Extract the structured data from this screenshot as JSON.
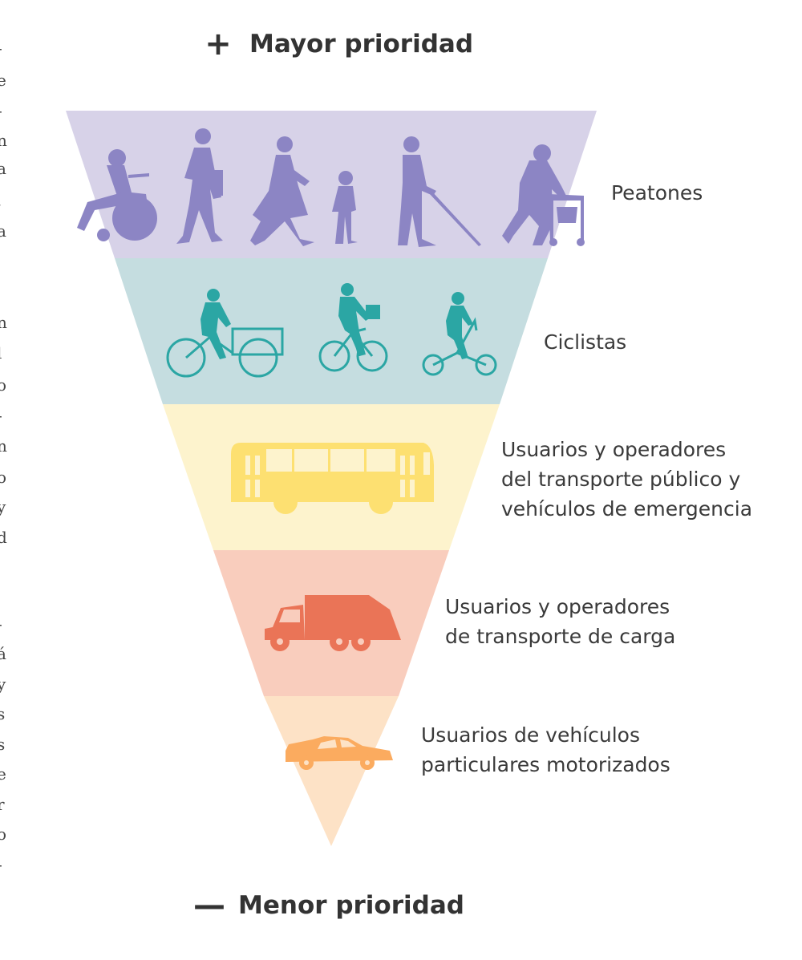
{
  "top_label": {
    "symbol": "+",
    "text": "Mayor prioridad"
  },
  "bottom_label": {
    "symbol": "—",
    "text": "Menor prioridad"
  },
  "levels": [
    {
      "lines": [
        "Peatones"
      ],
      "color": "#d7d2e8",
      "icon_color": "#8c85c4",
      "icons": [
        "wheelchair-user-icon",
        "walking-man-icon",
        "walking-woman-icon",
        "child-icon",
        "blind-person-cane-icon",
        "elderly-walker-icon"
      ]
    },
    {
      "lines": [
        "Ciclistas"
      ],
      "color": "#c5dde0",
      "icon_color": "#2ba6a4",
      "icons": [
        "cargo-tricycle-icon",
        "bicycle-icon",
        "folding-bike-icon"
      ]
    },
    {
      "lines": [
        "Usuarios y operadores",
        "del transporte público y",
        "vehículos de emergencia"
      ],
      "color": "#fdf3cd",
      "icon_color": "#fde071",
      "icons": [
        "bus-icon"
      ]
    },
    {
      "lines": [
        "Usuarios y operadores",
        "de transporte de carga"
      ],
      "color": "#f9cdbd",
      "icon_color": "#ea7457",
      "icons": [
        "garbage-truck-icon"
      ]
    },
    {
      "lines": [
        "Usuarios de vehículos",
        "particulares motorizados"
      ],
      "color": "#fde2c6",
      "icon_color": "#fbab5f",
      "icons": [
        "car-icon"
      ]
    }
  ],
  "edge_text": [
    "-",
    "e",
    "-",
    "n",
    "a",
    ",",
    "a",
    "n",
    "l",
    "o",
    "-",
    "n",
    "o",
    "y",
    "d",
    "-",
    "á",
    "y",
    "s",
    "s",
    "e",
    "r",
    "o",
    "-"
  ]
}
